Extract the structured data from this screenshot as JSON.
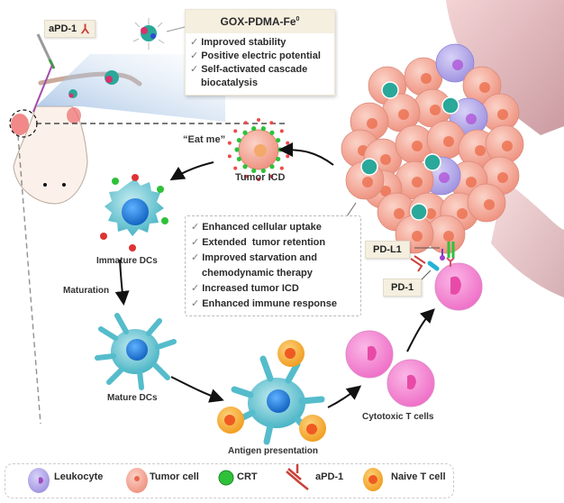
{
  "figure": {
    "nanoparticle_box": {
      "title": "GOX-PDMA-Fe",
      "title_superscript": "0",
      "check_glyph": "✓",
      "features": [
        "Improved stability",
        "Positive electric potential",
        "Self-activated cascade",
        "biocatalysis"
      ]
    },
    "injection_tag": "aPD-1",
    "eat_me_label": "“Eat me”",
    "tumor_icd_label": "Tumor ICD",
    "immature_dcs_label": "Immature DCs",
    "maturation_label": "Maturation",
    "mature_dcs_label": "Mature DCs",
    "antigen_presentation_label": "Antigen presentation",
    "cytotoxic_t_cells_label": "Cytotoxic T cells",
    "pd_l1_tag": "PD-L1",
    "pd_1_tag": "PD-1",
    "benefits_box": {
      "check_glyph": "✓",
      "items": [
        "Enhanced cellular uptake",
        "Extended  tumor retention",
        "Improved starvation and",
        "chemodynamic therapy",
        "Increased tumor ICD",
        "Enhanced immune response"
      ]
    },
    "legend": [
      {
        "icon": "leukocyte-icon",
        "label": "Leukocyte"
      },
      {
        "icon": "tumor-cell-icon",
        "label": "Tumor cell"
      },
      {
        "icon": "crt-icon",
        "label": "CRT"
      },
      {
        "icon": "antibody-icon",
        "label": "aPD-1"
      },
      {
        "icon": "naive-t-cell-icon",
        "label": "Naive T cell"
      }
    ],
    "colors": {
      "tumor_cell": "#f2a898",
      "tumor_nucleus": "#e8664a",
      "leukocyte": "#b3a8e8",
      "crt": "#2fc13a",
      "dc": "#7fd0dc",
      "dc_nucleus": "#1f78d4",
      "t_cell": "#f77ad0",
      "naive_t_cell": "#f7a623",
      "antibody": "#c9423a",
      "tag_bg": "#f5efe0"
    }
  }
}
